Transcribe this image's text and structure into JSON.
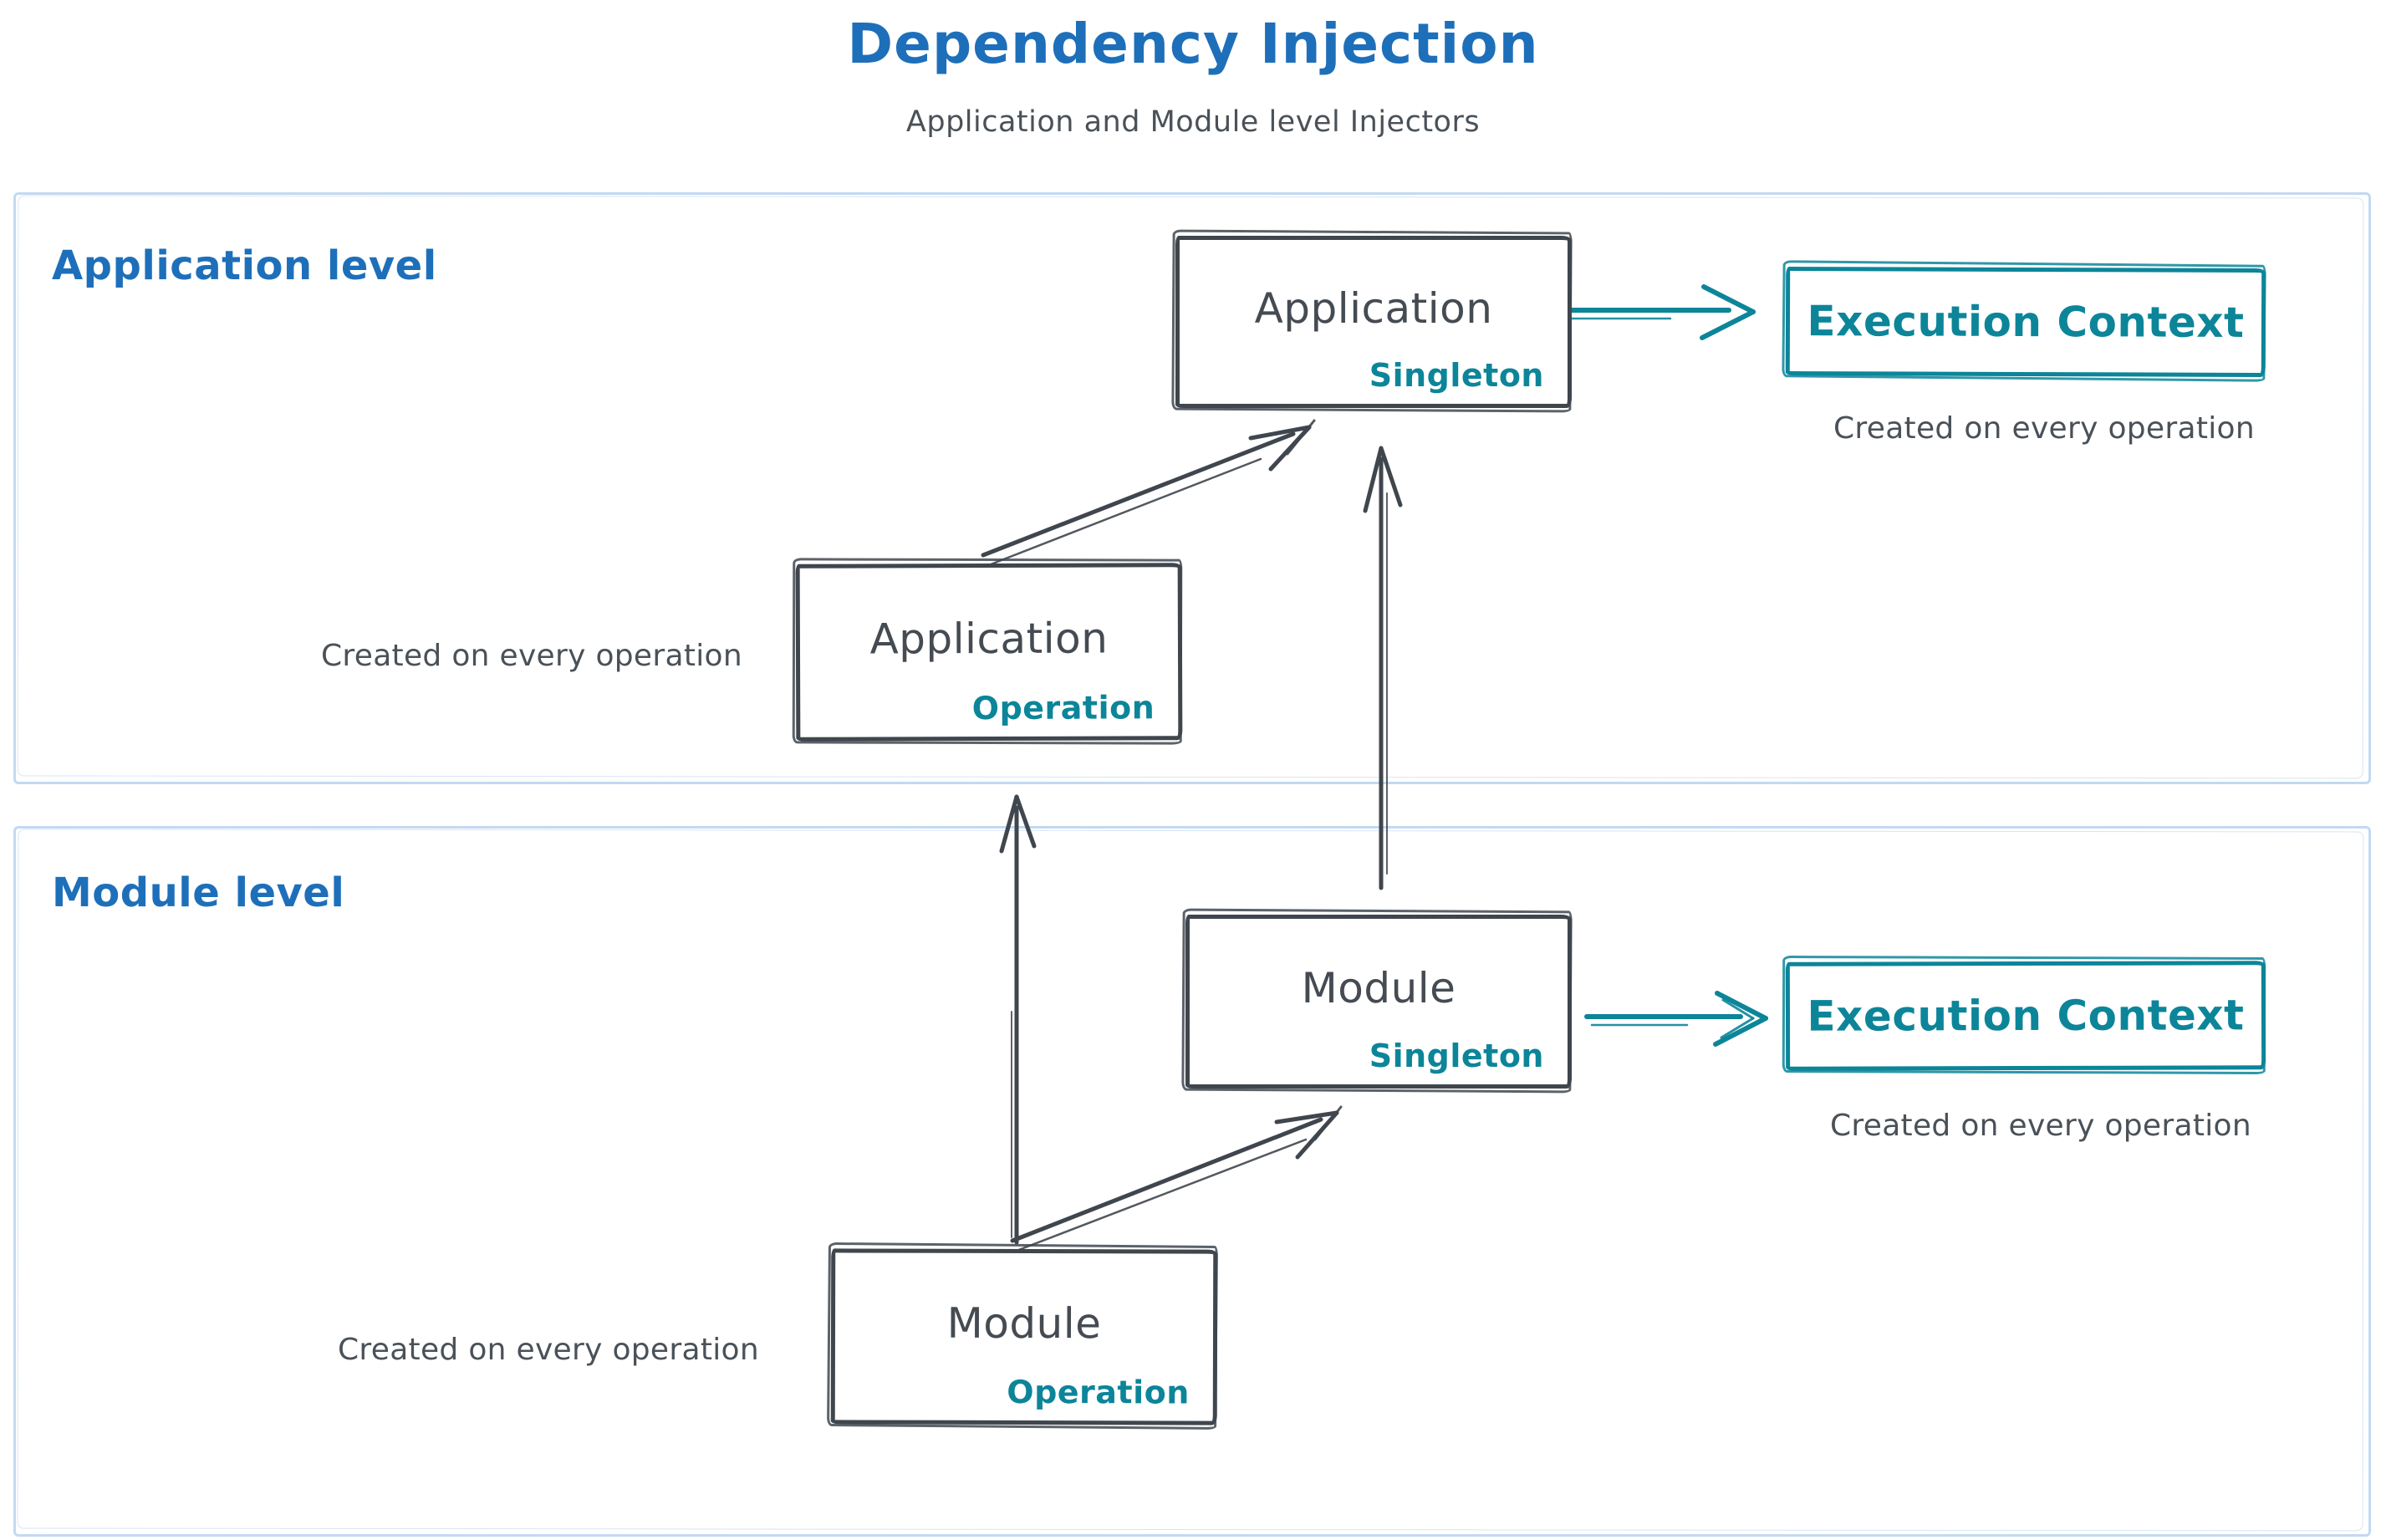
{
  "title": {
    "text": "Dependency Injection",
    "subtitle": "Application and Module level Injectors"
  },
  "colors": {
    "title_blue": "#1e6fba",
    "teal_accent": "#0c8599",
    "ink_dark": "#3f464d",
    "section_border_blue": "#c3d9f1",
    "caption_gray": "#4a5158"
  },
  "sections": {
    "application": {
      "label": "Application level"
    },
    "module": {
      "label": "Module level"
    }
  },
  "nodes": {
    "app_singleton": {
      "label": "Application",
      "badge": "Singleton"
    },
    "app_operation": {
      "label": "Application",
      "badge": "Operation"
    },
    "module_singleton": {
      "label": "Module",
      "badge": "Singleton"
    },
    "module_operation": {
      "label": "Module",
      "badge": "Operation"
    },
    "app_execution_context": {
      "label": "Execution Context",
      "caption": "Created on every operation"
    },
    "module_execution_context": {
      "label": "Execution Context",
      "caption": "Created on every operation"
    }
  },
  "captions": {
    "app_operation": "Created on every operation",
    "module_operation": "Created on every operation"
  }
}
